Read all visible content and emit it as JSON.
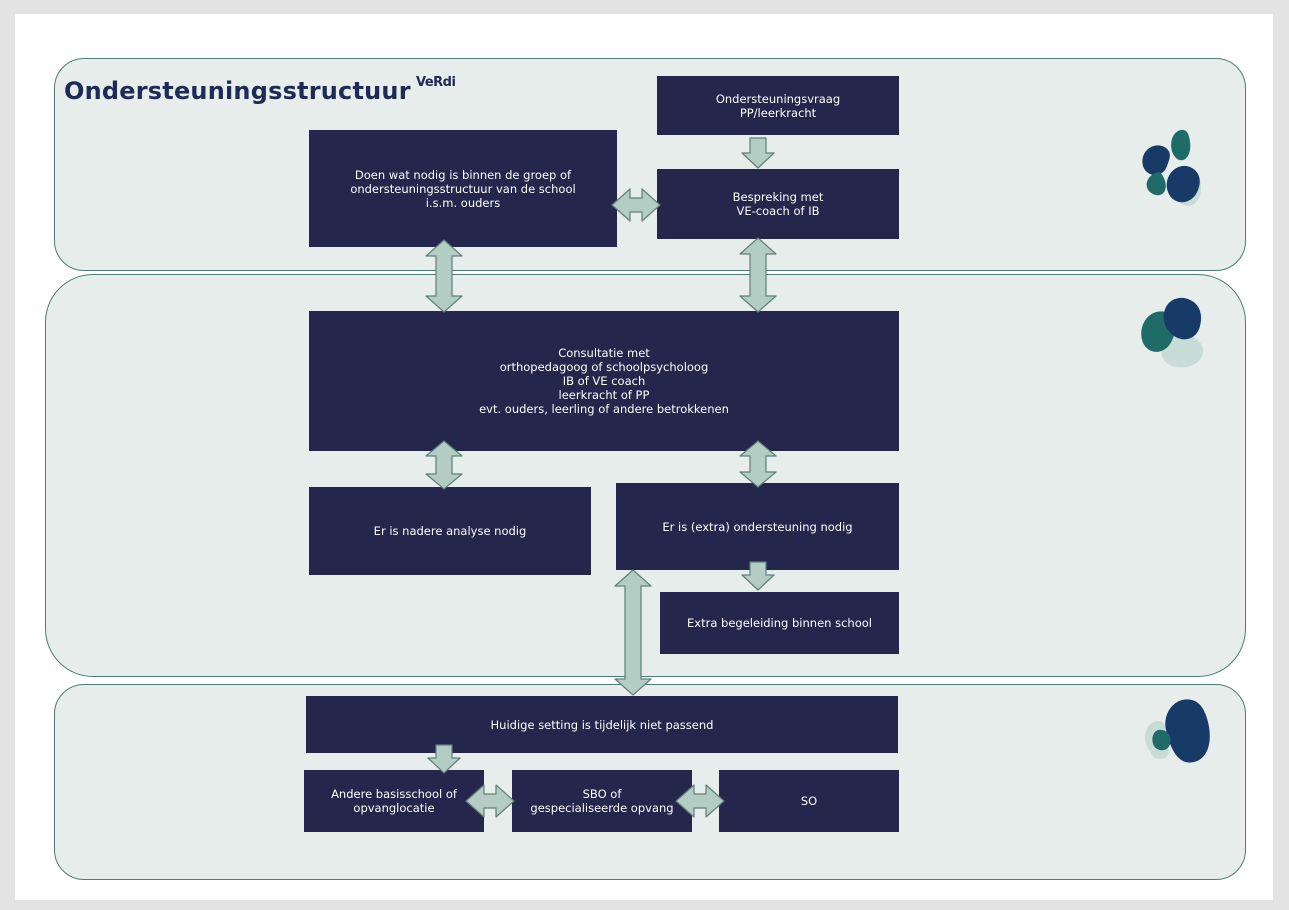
{
  "title": "Ondersteuningsstructuur",
  "logo_text": "VeRdi",
  "boxes": {
    "ondersteuningsvraag": "Ondersteuningsvraag\nPP/leerkracht",
    "doen_wat_nodig": "Doen wat nodig is binnen de groep of\nondersteuningsstructuur van de school\ni.s.m. ouders",
    "bespreking": "Bespreking met\nVE-coach of IB",
    "consultatie": "Consultatie met\northopedagoog of schoolpsycholoog\nIB of VE coach\nleerkracht of PP\nevt. ouders, leerling of andere betrokkenen",
    "nadere_analyse": "Er is nadere analyse nodig",
    "extra_ondersteuning": "Er is (extra) ondersteuning nodig",
    "extra_begeleiding": "Extra begeleiding binnen school",
    "huidige_setting": "Huidige setting is tijdelijk niet passend",
    "andere_basisschool": "Andere basisschool of\nopvanglocatie",
    "sbo": "SBO of\ngespecialiseerde opvang",
    "so": "SO"
  },
  "colors": {
    "box": "#24264b",
    "panel_fill": "#e6edeb",
    "panel_border": "#4f7d75",
    "arrow_fill": "#b4cdc4",
    "arrow_stroke": "#5f7f79",
    "title": "#1f2a56",
    "blob_dark_navy": "#183a66",
    "blob_teal": "#1f6b68",
    "blob_light": "#c7dcd6"
  },
  "icons": [
    "panel-1-blob-icon",
    "panel-2-blob-icon",
    "panel-3-blob-icon"
  ]
}
